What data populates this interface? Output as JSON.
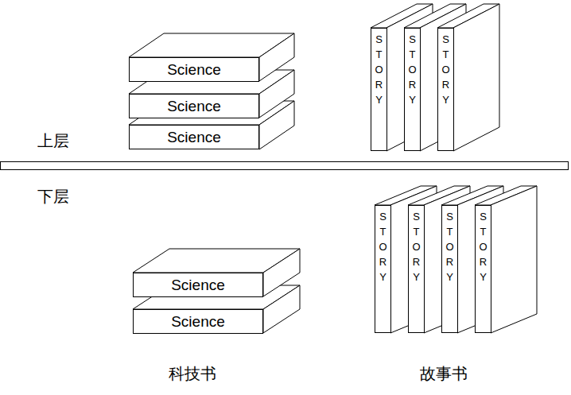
{
  "diagram": {
    "nodes": [
      {
        "text": [
          "Science"
        ]
      },
      {
        "text": [
          "Science"
        ]
      },
      {
        "text": [
          "Science"
        ]
      },
      {
        "text": [
          "STORY"
        ]
      },
      {
        "text": [
          "STORY"
        ]
      },
      {
        "text": [
          "STORY"
        ]
      },
      {
        "text": [
          "Science"
        ]
      },
      {
        "text": [
          "Science"
        ]
      },
      {
        "text": [
          "STORY"
        ]
      },
      {
        "text": [
          "STORY"
        ]
      },
      {
        "text": [
          "STORY"
        ]
      },
      {
        "text": [
          "STORY"
        ]
      }
    ],
    "labels": [
      "上层",
      "下层",
      "科技书",
      "故事书"
    ]
  }
}
